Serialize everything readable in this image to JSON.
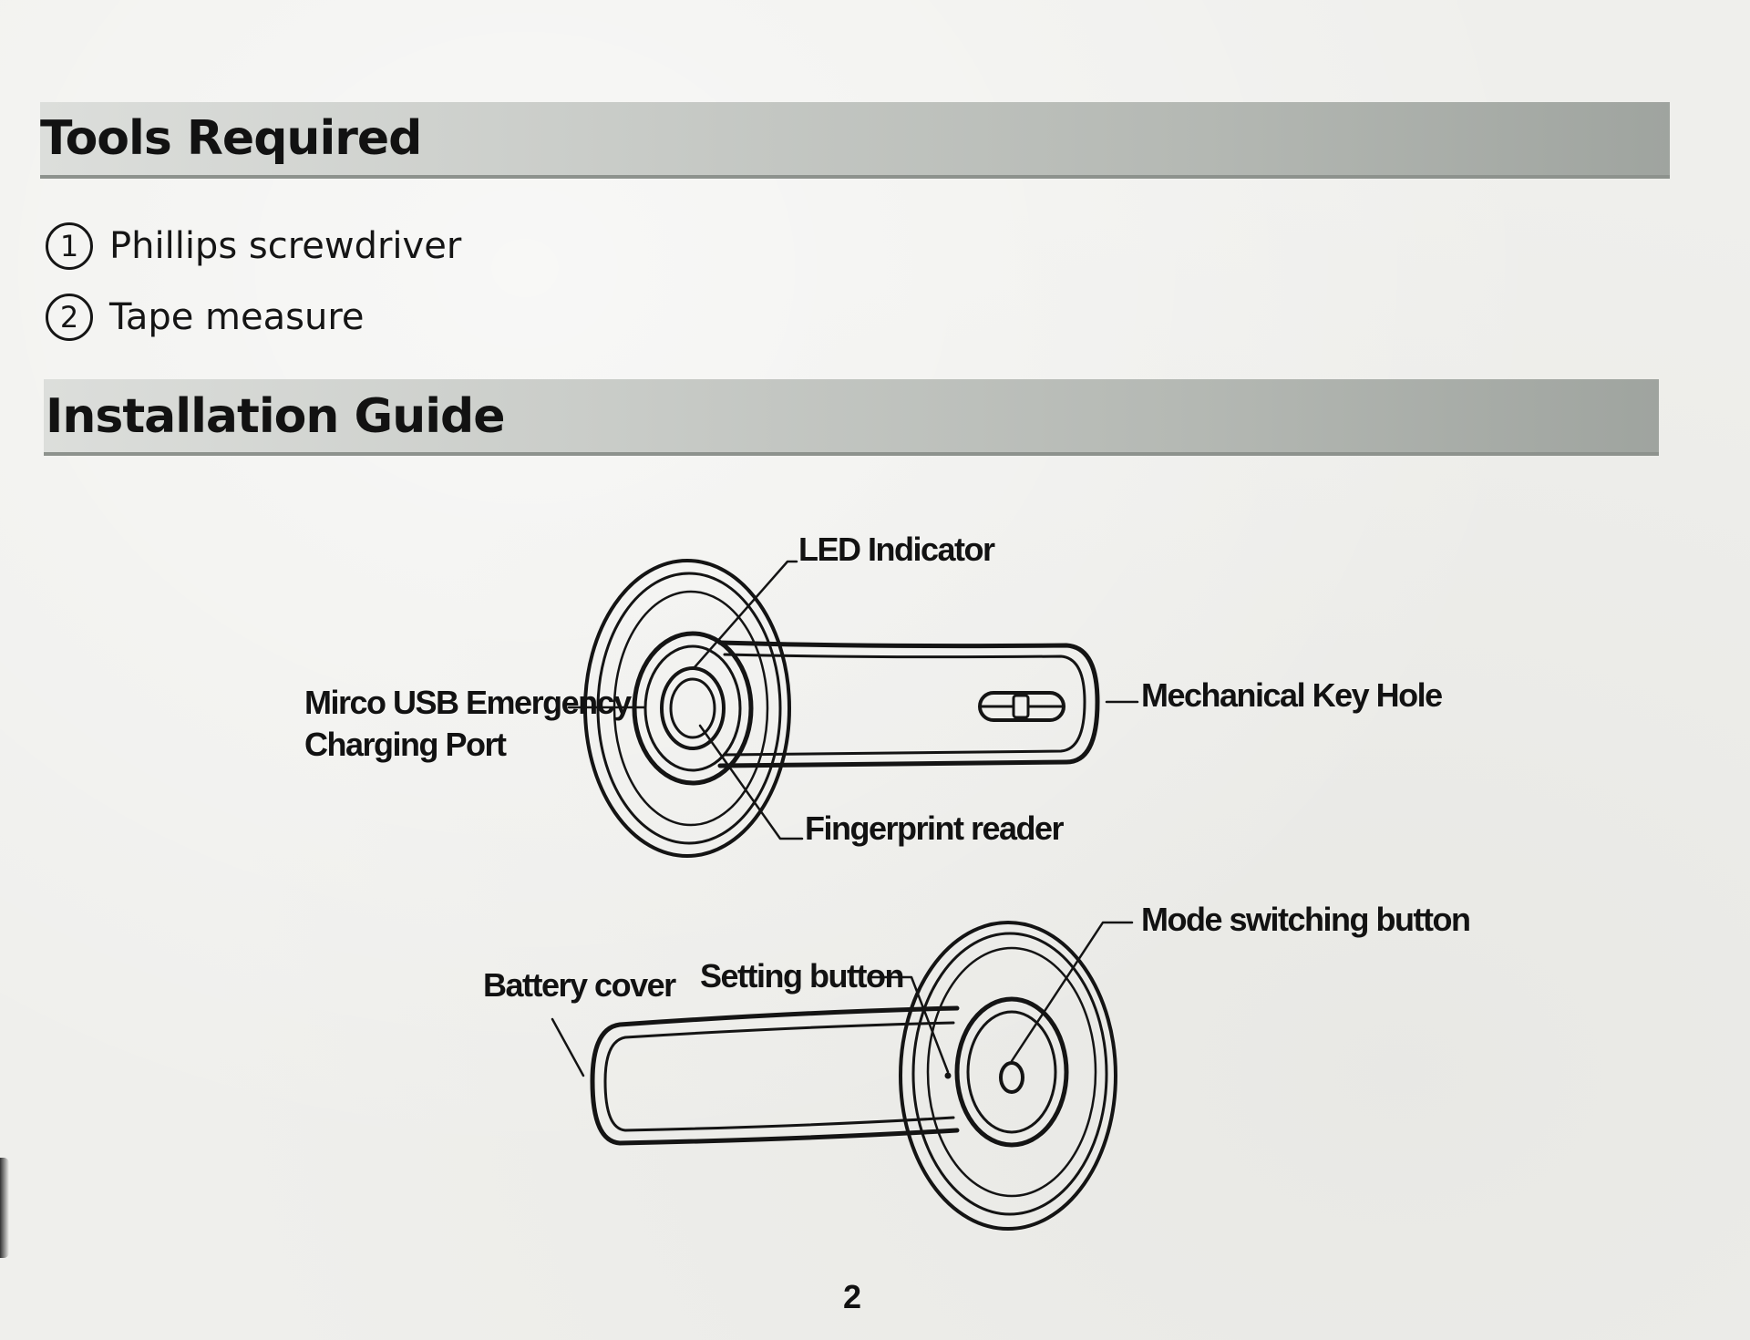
{
  "sections": {
    "tools": {
      "title": "Tools Required",
      "items": [
        {
          "number": "1",
          "label": "Phillips screwdriver"
        },
        {
          "number": "2",
          "label": "Tape measure"
        }
      ]
    },
    "installation": {
      "title": "Installation Guide"
    }
  },
  "diagram": {
    "front_view": {
      "led_indicator": "LED Indicator",
      "usb_port_line1": "Mirco USB Emergency",
      "usb_port_line2": "Charging Port",
      "key_hole": "Mechanical Key Hole",
      "fingerprint_reader": "Fingerprint reader"
    },
    "back_view": {
      "mode_button": "Mode switching button",
      "setting_button": "Setting button",
      "battery_cover": "Battery cover"
    }
  },
  "page_number": "2",
  "colors": {
    "page": "#efefec",
    "bar_light": "#dcdedb",
    "bar_dark": "#9fa49f",
    "ink": "#121212"
  }
}
